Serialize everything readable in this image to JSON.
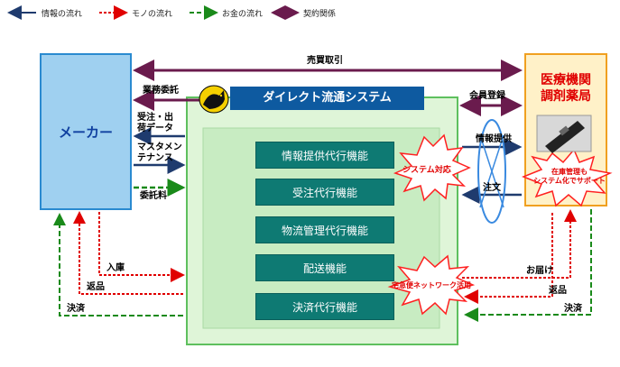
{
  "legend": {
    "info_flow": "情報の流れ",
    "goods_flow": "モノの流れ",
    "money_flow": "お金の流れ",
    "contract": "契約関係"
  },
  "maker": {
    "label": "メーカー"
  },
  "pharmacy": {
    "label": "医療機関\n調剤薬局"
  },
  "system": {
    "title": "ダイレクト流通システム",
    "functions": [
      "情報提供代行機能",
      "受注代行機能",
      "物流管理代行機能",
      "配送機能",
      "決済代行機能"
    ]
  },
  "bursts": {
    "system_support": "システム対応",
    "delivery_network": "宅急便ネットワーク活用",
    "inventory": "在庫管理も\nシステム化でサポート"
  },
  "arrows": {
    "sales": "売買取引",
    "business_contract": "業務委託",
    "order_data": "受注・出\n荷データ",
    "master_maint": "マスタメン\nテナンス",
    "commission_fee": "委託料",
    "member_reg": "会員登録",
    "info_provide": "情報提供",
    "order": "注文",
    "inbound": "入庫",
    "return_left": "返品",
    "settle_left": "決済",
    "delivery": "お届け",
    "return_right": "返品",
    "settle_right": "決済"
  },
  "colors": {
    "info": "#1f3b6e",
    "goods": "#e00000",
    "money": "#1a8a1a",
    "contract": "#6a1b4d",
    "maker_fill": "#9fd0f0",
    "system_fill": "#dff5d8",
    "func_fill": "#0e7a73",
    "title_fill": "#0e5aa0",
    "pharmacy_fill": "#fff1c8"
  },
  "icons": {
    "cat_logo": "black-cat-logo",
    "scanner": "handheld-scanner-icon"
  }
}
